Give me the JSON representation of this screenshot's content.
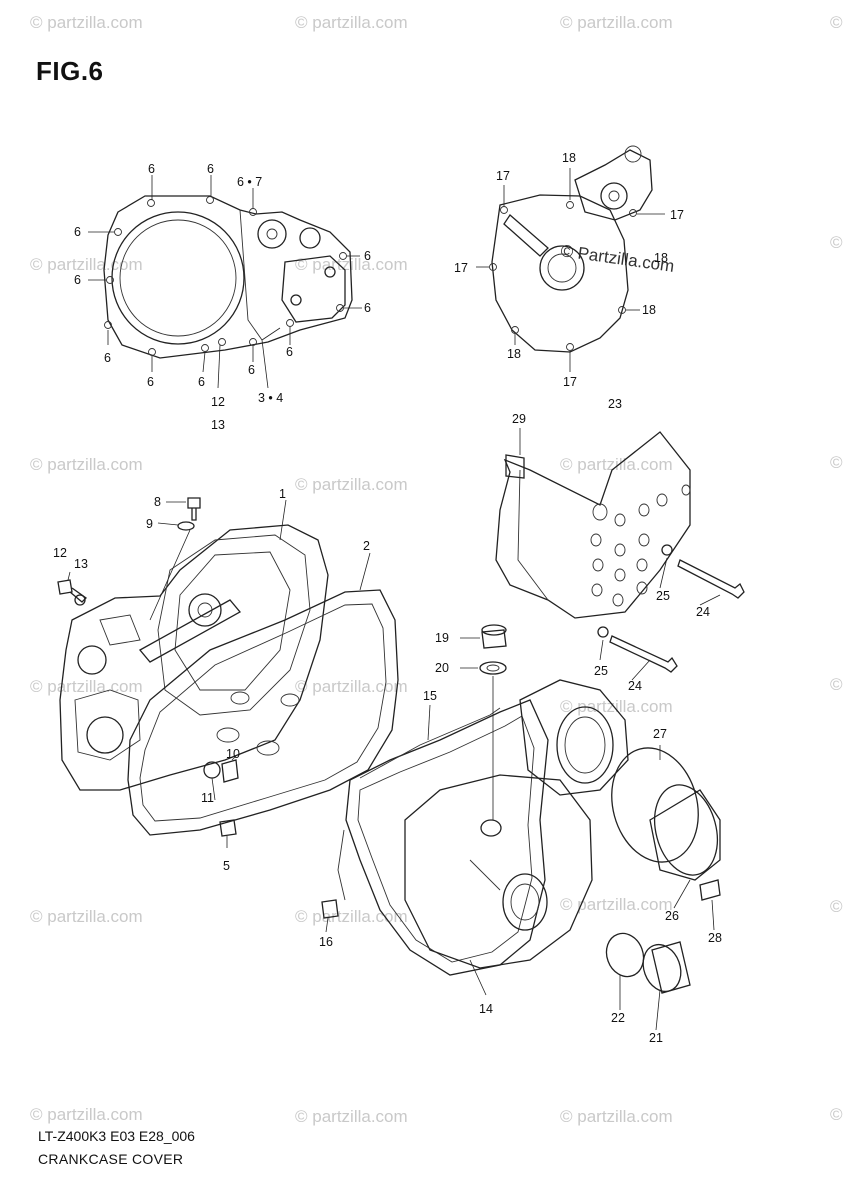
{
  "figure": {
    "title": "FIG.6",
    "model_code": "LT-Z400K3 E03 E28_006",
    "caption": "CRANKCASE COVER"
  },
  "watermark": {
    "text": "© Partzilla.com",
    "faint_text": "© partzilla.com"
  },
  "callouts": {
    "c6a": "6",
    "c6b": "6",
    "c67": "6 • 7",
    "c6c": "6",
    "c6d": "6",
    "c6e": "6",
    "c6f": "6",
    "c6g": "6",
    "c6h": "6",
    "c6i": "6",
    "c6j": "6",
    "c6k": "6",
    "c12a": "12",
    "c13a": "13",
    "c34": "3 • 4",
    "c17a": "17",
    "c18a": "18",
    "c17b": "17",
    "c18b": "18",
    "c17c": "17",
    "c18c": "18",
    "c18d": "18",
    "c17d": "17",
    "c23": "23",
    "c29": "29",
    "c25a": "25",
    "c24a": "24",
    "c25b": "25",
    "c24b": "24",
    "c1": "1",
    "c2": "2",
    "c8": "8",
    "c9": "9",
    "c12b": "12",
    "c13b": "13",
    "c10": "10",
    "c11": "11",
    "c5": "5",
    "c19": "19",
    "c20": "20",
    "c15": "15",
    "c27": "27",
    "c26": "26",
    "c28": "28",
    "c16": "16",
    "c14": "14",
    "c22": "22",
    "c21": "21"
  },
  "colors": {
    "line": "#222222",
    "watermark": "#c9c9c9",
    "background": "#ffffff"
  }
}
